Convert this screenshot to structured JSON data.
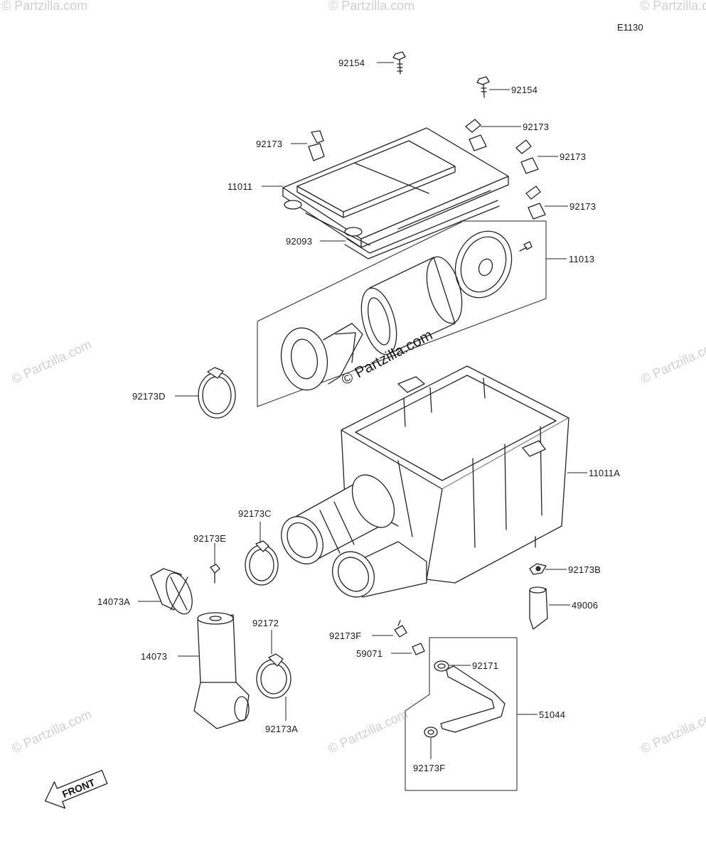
{
  "diagram_code": "E1130",
  "watermark_text": "© Partzilla.com",
  "front_label": "FRONT",
  "parts": {
    "p92154_top": "92154",
    "p92154_right": "92154",
    "p92173_left": "92173",
    "p92173_r1": "92173",
    "p92173_r2": "92173",
    "p92173_r3": "92173",
    "p11011": "11011",
    "p92093": "92093",
    "p11013": "11013",
    "p92173D": "92173D",
    "p11011A": "11011A",
    "p92173C": "92173C",
    "p92173E": "92173E",
    "p92173B": "92173B",
    "p14073A": "14073A",
    "p49006": "49006",
    "p92172": "92172",
    "p92173F_a": "92173F",
    "p59071": "59071",
    "p92171": "92171",
    "p14073": "14073",
    "p51044": "51044",
    "p92173A": "92173A",
    "p92173F_b": "92173F"
  },
  "colors": {
    "line": "#222222",
    "background": "#ffffff",
    "watermark": "#cfcfcf"
  }
}
